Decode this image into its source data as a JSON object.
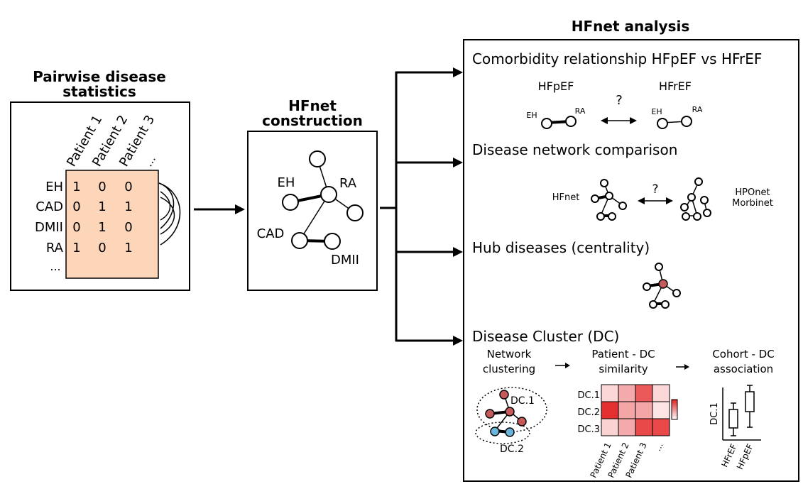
{
  "pairwise": {
    "title_line1": "Pairwise disease",
    "title_line2": "statistics",
    "columns": [
      "Patient 1",
      "Patient 2",
      "Patient 3",
      "..."
    ],
    "rows": [
      {
        "label": "EH",
        "values": [
          "1",
          "0",
          "0"
        ]
      },
      {
        "label": "CAD",
        "values": [
          "0",
          "1",
          "1"
        ]
      },
      {
        "label": "DMII",
        "values": [
          "0",
          "1",
          "0"
        ]
      },
      {
        "label": "RA",
        "values": [
          "1",
          "0",
          "1"
        ]
      }
    ],
    "more_rows": "...",
    "matrix_color": "#fdd5b8"
  },
  "construction": {
    "title_line1": "HFnet",
    "title_line2": "construction",
    "labels": {
      "eh": "EH",
      "ra": "RA",
      "cad": "CAD",
      "dmii": "DMII"
    }
  },
  "analysis": {
    "title": "HFnet analysis",
    "comorbidity": {
      "heading": "Comorbidity relationship HFpEF vs HFrEF",
      "left_label": "HFpEF",
      "right_label": "HFrEF",
      "question": "?",
      "node_left": "EH",
      "node_right": "RA"
    },
    "comparison": {
      "heading": "Disease network comparison",
      "left_label": "HFnet",
      "question": "?",
      "right_label_line1": "HPOnet",
      "right_label_line2": "Morbinet"
    },
    "hub": {
      "heading": "Hub diseases (centrality)",
      "hub_color": "#c65a5a"
    },
    "cluster": {
      "heading": "Disease Cluster (DC)",
      "step1_line1": "Network",
      "step1_line2": "clustering",
      "step2_line1": "Patient - DC",
      "step2_line2": "similarity",
      "step3_line1": "Cohort - DC",
      "step3_line2": "association",
      "dc1": "DC.1",
      "dc2": "DC.2",
      "heatmap_rows": [
        "DC.1",
        "DC.2",
        "DC.3"
      ],
      "heatmap_cols": [
        "Patient 1",
        "Patient 2",
        "Patient 3",
        "..."
      ],
      "heatmap_more": "...",
      "heatmap_colors": [
        [
          "#fbd7d7",
          "#f4aaaa",
          "#ea5a5a",
          "#fbd7d7"
        ],
        [
          "#e43030",
          "#f4a5a5",
          "#f4a5a5",
          "#fde4e4"
        ],
        [
          "#fbd2d2",
          "#f4aaaa",
          "#e94848",
          "#e94848"
        ]
      ],
      "boxplot_ylabel": "DC.1",
      "boxplot_groups": [
        "HFrEF",
        "HFpEF"
      ]
    }
  }
}
